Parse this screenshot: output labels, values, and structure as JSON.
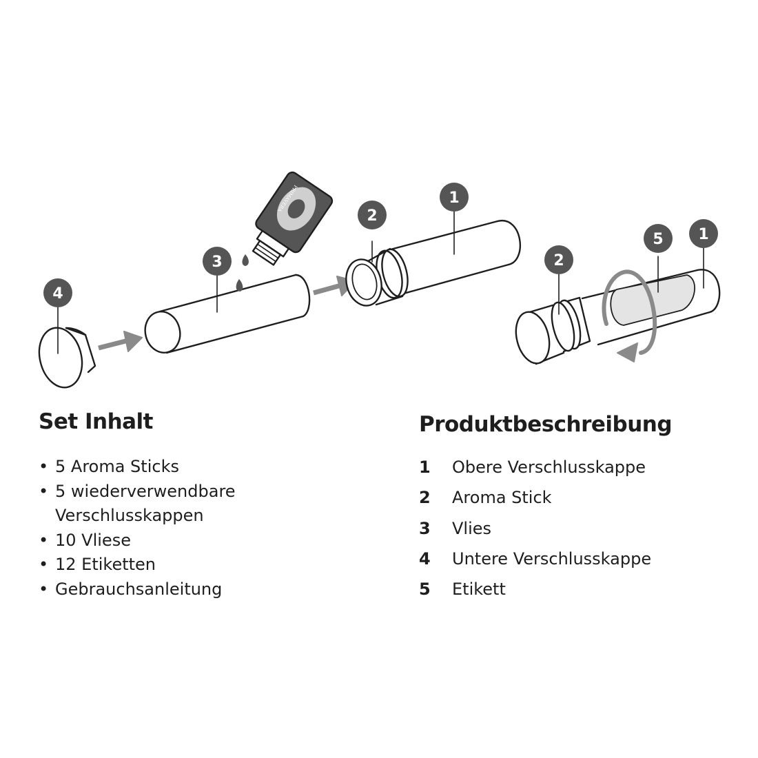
{
  "diagram": {
    "badges": {
      "cap_bottom_step1": "4",
      "fleece_step2": "3",
      "stick_step3": "2",
      "cap_top_step3": "1",
      "stick_step4": "2",
      "label_step4": "5",
      "cap_top_step4": "1"
    },
    "bottle_label": "PRIMAVERA",
    "colors": {
      "badge": "#555555",
      "arrow": "#8a8a8a",
      "outline": "#1e1e1e",
      "label_fill": "#e4e4e4"
    }
  },
  "set_contents": {
    "heading": "Set Inhalt",
    "items": [
      "5 Aroma Sticks",
      "5 wiederverwendbare Verschlusskappen",
      "10 Vliese",
      "12 Etiketten",
      "Gebrauchsanleitung"
    ]
  },
  "product_description": {
    "heading": "Produktbeschreibung",
    "items": [
      {
        "number": "1",
        "label": "Obere Verschlusskappe"
      },
      {
        "number": "2",
        "label": "Aroma Stick"
      },
      {
        "number": "3",
        "label": "Vlies"
      },
      {
        "number": "4",
        "label": "Untere Verschlusskappe"
      },
      {
        "number": "5",
        "label": "Etikett"
      }
    ]
  }
}
